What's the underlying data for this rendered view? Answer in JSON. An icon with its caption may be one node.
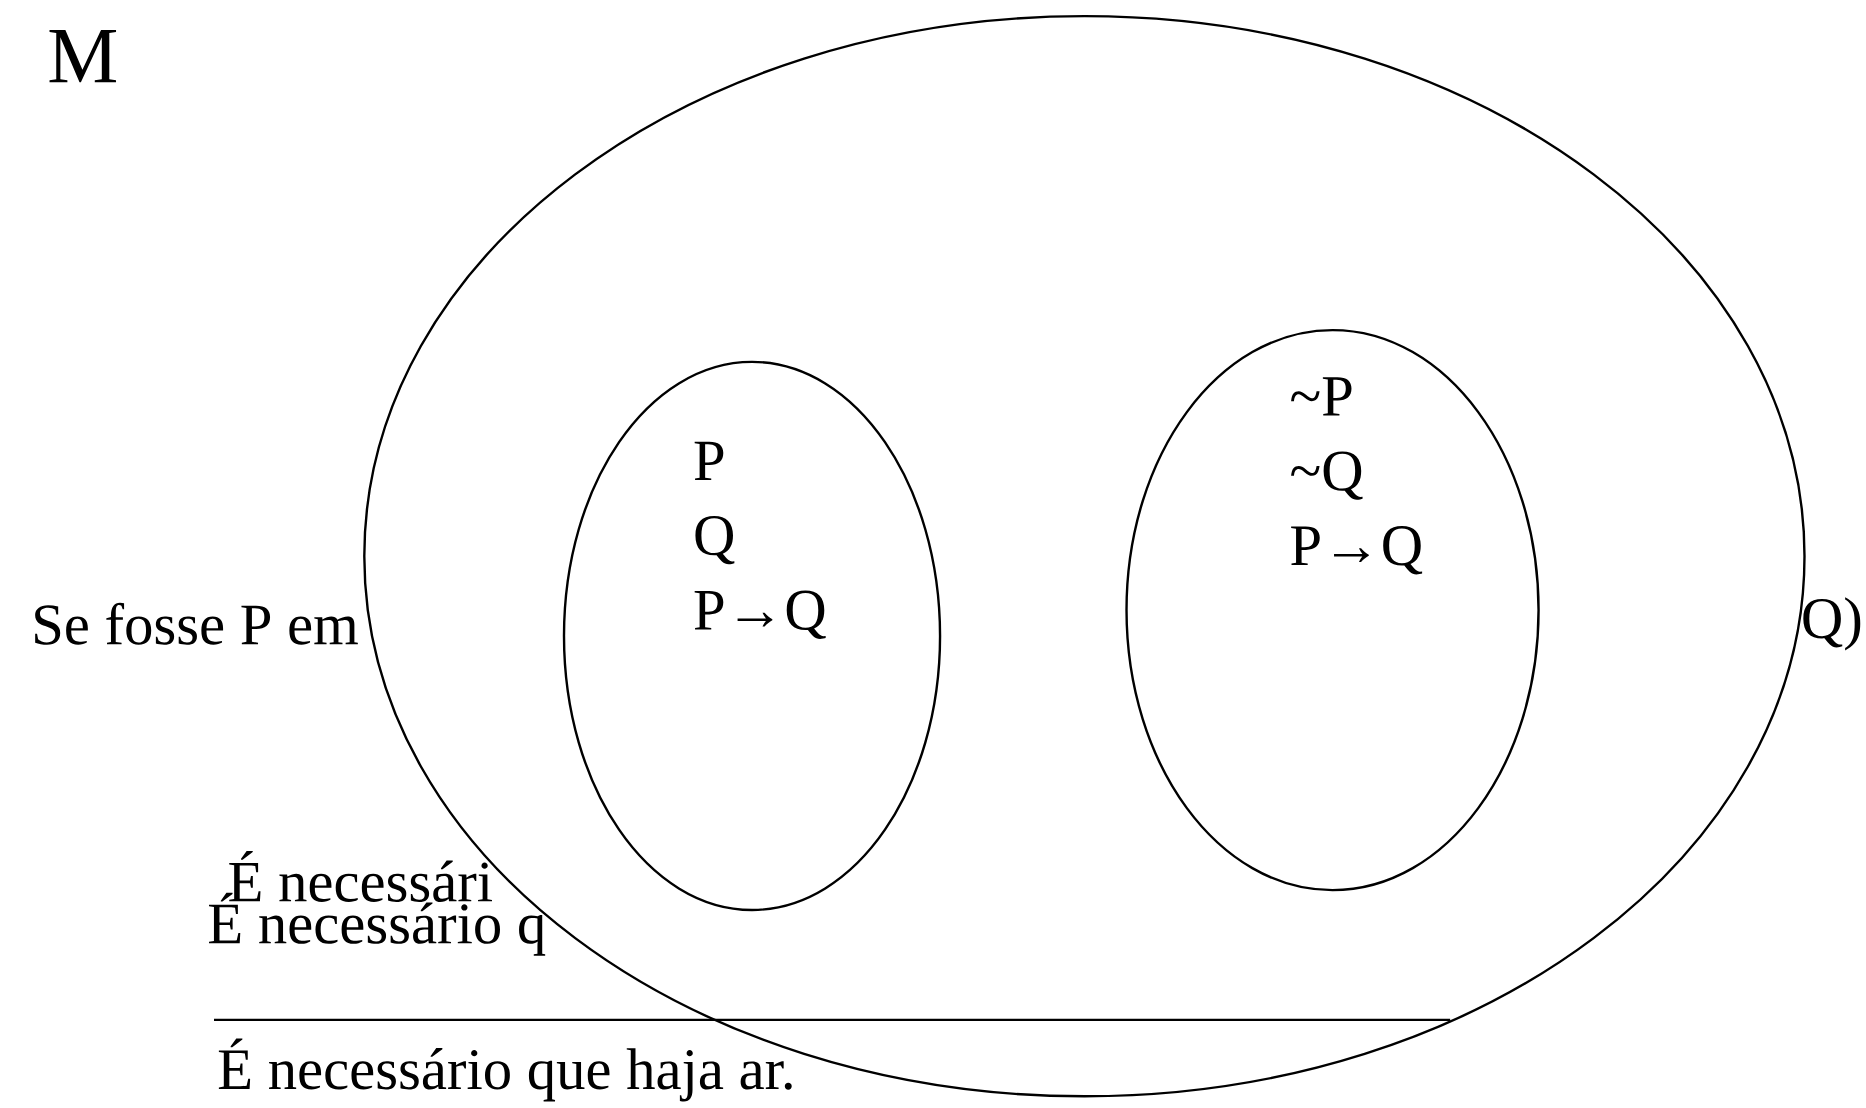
{
  "diagram": {
    "nodes": [
      {
        "text": [
          "M"
        ]
      },
      {
        "text": [
          "P",
          "Q",
          "P→Q"
        ],
        "in": 0
      },
      {
        "text": [
          "~P",
          "~Q",
          "P→Q"
        ],
        "in": 0
      }
    ],
    "labels": [
      "Se fosse P em",
      "Q)",
      "É necessári",
      "É necessário q",
      "É necessário que haja ar."
    ]
  }
}
